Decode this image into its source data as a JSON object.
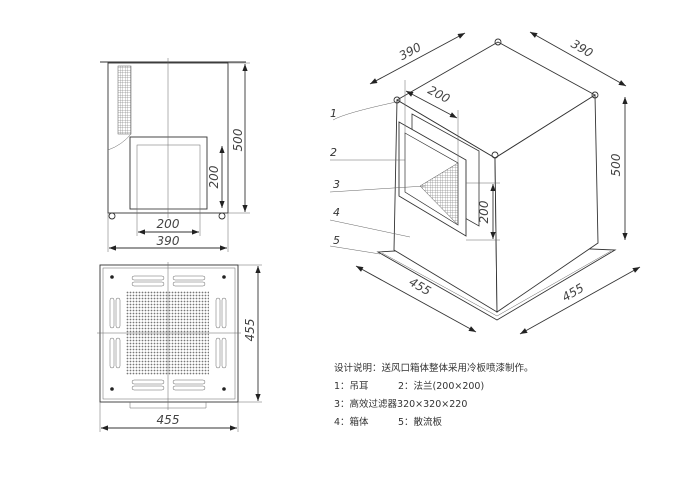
{
  "side_view": {
    "dims": {
      "height": "500",
      "flange_height": "200",
      "flange_width": "200",
      "width": "390"
    }
  },
  "bottom_view": {
    "dims": {
      "height": "455",
      "width": "455"
    }
  },
  "iso_view": {
    "dims": {
      "depth": "390",
      "width": "390",
      "flange": "200",
      "height": "500",
      "flange_height": "200",
      "base_left": "455",
      "base_right": "455"
    },
    "labels": [
      "1",
      "2",
      "3",
      "4",
      "5"
    ]
  },
  "notes": {
    "title": "设计说明：送风口箱体整体采用冷板喷漆制作。",
    "item1": "1：吊耳",
    "item2": "2：法兰(200×200)",
    "item3": "3：高效过滤器320×320×220",
    "item4": "4：箱体",
    "item5": "5：散流板"
  }
}
